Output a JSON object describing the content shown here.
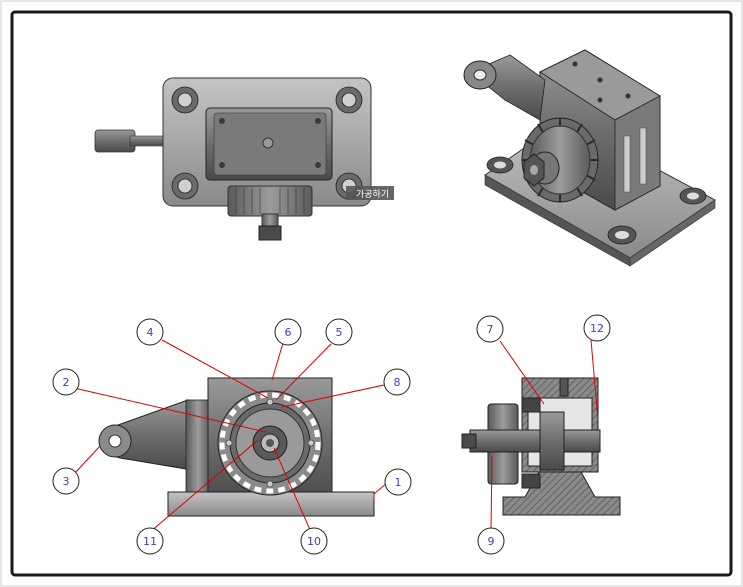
{
  "balloons": [
    {
      "label": "1"
    },
    {
      "label": "2"
    },
    {
      "label": "3"
    },
    {
      "label": "4"
    },
    {
      "label": "5"
    },
    {
      "label": "6"
    },
    {
      "label": "7"
    },
    {
      "label": "8"
    },
    {
      "label": "9"
    },
    {
      "label": "10"
    },
    {
      "label": "11"
    },
    {
      "label": "12"
    }
  ],
  "tooltip": {
    "text": "가공하기"
  },
  "colors": {
    "frame": "#1a1a1a",
    "leader": "#e00000",
    "balloon_text": "#3a3ad8",
    "metal_dark": "#5e5e5e",
    "metal_mid": "#8a8a8a",
    "metal_light": "#b8b8b8",
    "hatch": "#7a7a7a"
  }
}
